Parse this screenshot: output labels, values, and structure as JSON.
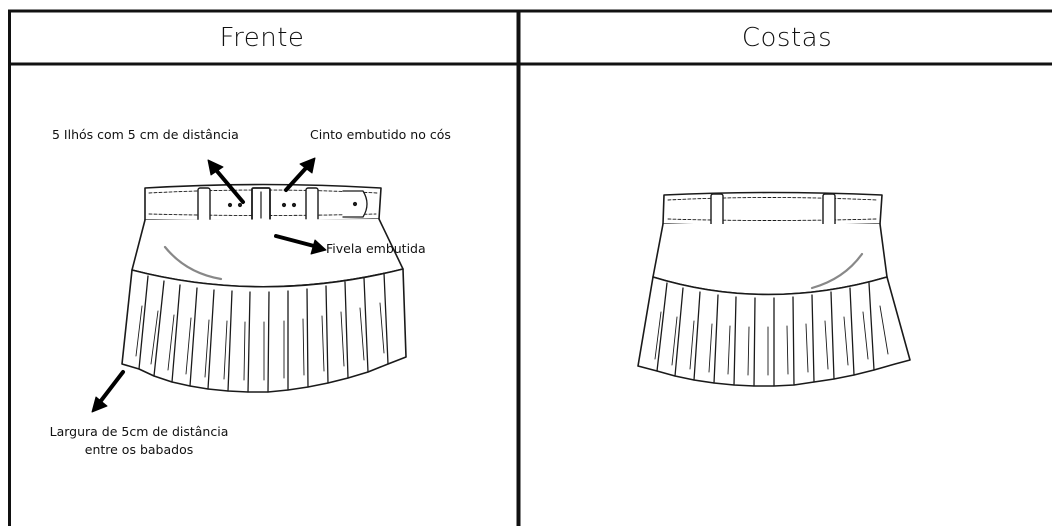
{
  "panels": {
    "front": {
      "title": "Frente"
    },
    "back": {
      "title": "Costas"
    }
  },
  "annotations": {
    "eyelets": "5 Ilhós com 5 cm de distância",
    "belt": "Cinto embutido no cós",
    "buckle": "Fivela embutida",
    "ruffle_width_line1": "Largura de 5cm de distância",
    "ruffle_width_line2": "entre os babados"
  },
  "colors": {
    "border": "#111111",
    "line": "#1a1a1a",
    "background": "#ffffff"
  }
}
